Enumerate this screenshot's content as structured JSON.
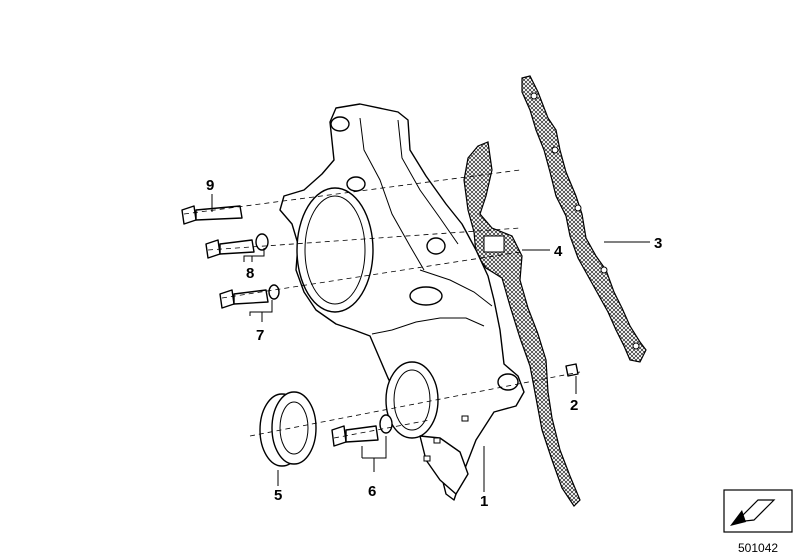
{
  "callouts": {
    "c1": "1",
    "c2": "2",
    "c3": "3",
    "c4": "4",
    "c5": "5",
    "c6": "6",
    "c7": "7",
    "c8": "8",
    "c9": "9"
  },
  "doc_number": "501042",
  "colors": {
    "line": "#000000",
    "background": "#ffffff"
  },
  "icons": {
    "corner_symbol": "arrow-in-box-icon"
  }
}
